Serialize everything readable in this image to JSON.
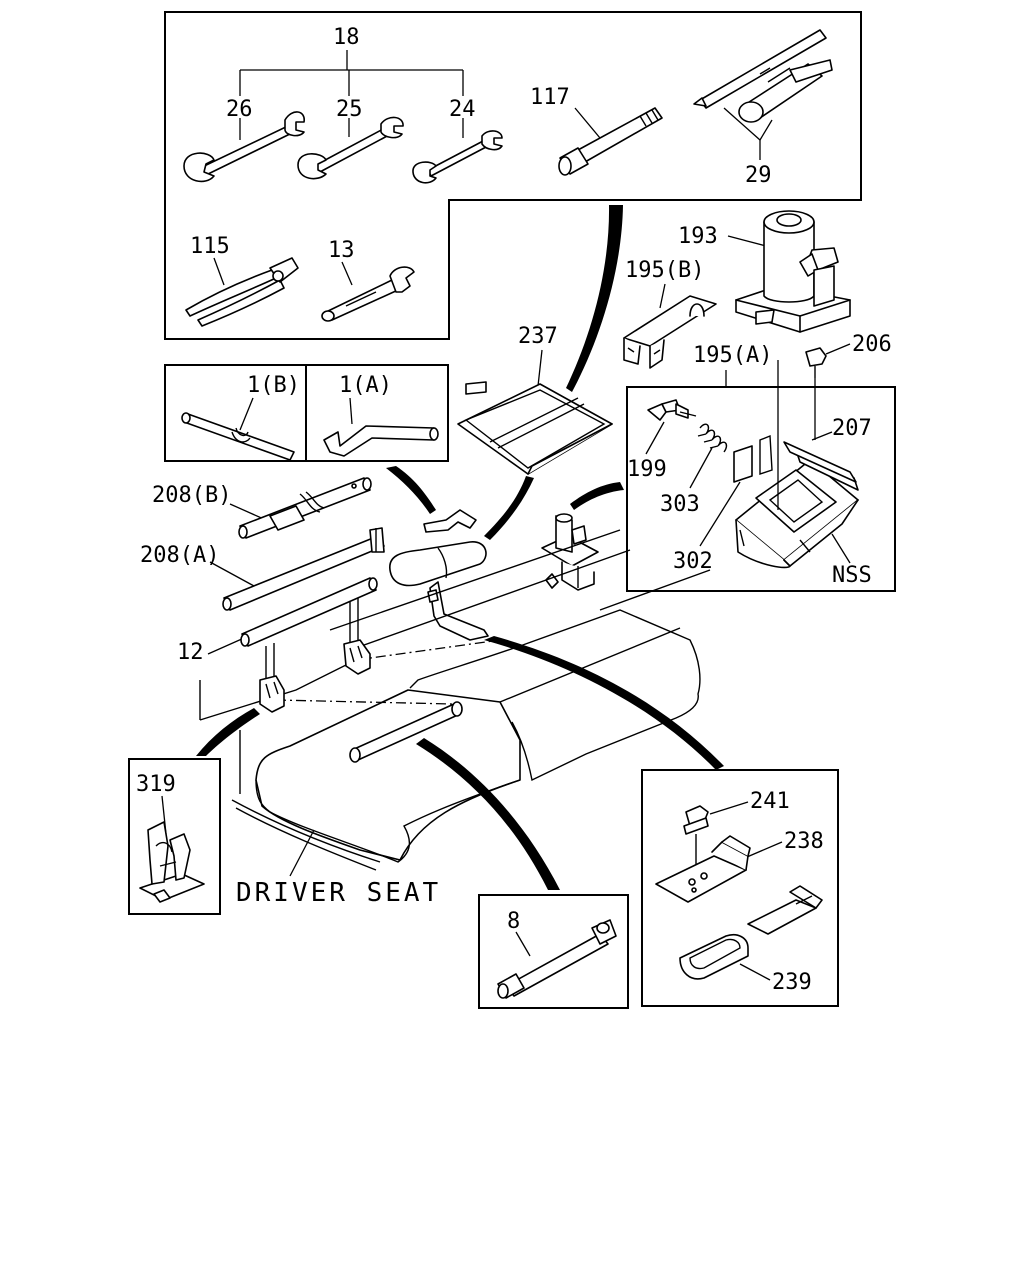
{
  "labels": {
    "l18": "18",
    "l26": "26",
    "l25": "25",
    "l24": "24",
    "l117": "117",
    "l29": "29",
    "l115": "115",
    "l13": "13",
    "l193": "193",
    "l195b": "195(B)",
    "l195a": "195(A)",
    "l206": "206",
    "l237": "237",
    "l1b": "1(B)",
    "l1a": "1(A)",
    "l207": "207",
    "l199": "199",
    "l303": "303",
    "l302": "302",
    "lnss": "NSS",
    "l208b": "208(B)",
    "l208a": "208(A)",
    "l12": "12",
    "l319": "319",
    "l241": "241",
    "l238": "238",
    "l239": "239",
    "l8": "8"
  },
  "caption": {
    "driver_seat": "DRIVER SEAT"
  },
  "icons": [
    "wrench",
    "pliers",
    "adjustable-wrench",
    "socket-wrench",
    "bottle-jack",
    "jack-handle",
    "bracket",
    "bolt",
    "spring",
    "tool-tray",
    "clamp",
    "seat",
    "box-wrench"
  ]
}
